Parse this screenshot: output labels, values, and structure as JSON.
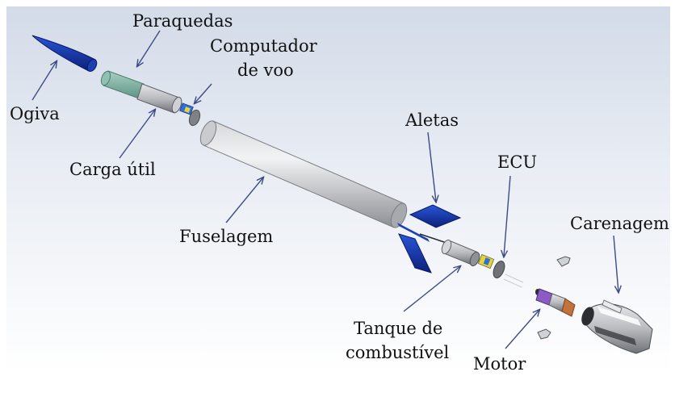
{
  "diagram": {
    "labels": {
      "paraquedas": "Paraquedas",
      "computador_line1": "Computador",
      "computador_line2": "de voo",
      "ogiva": "Ogiva",
      "carga_util": "Carga útil",
      "aletas": "Aletas",
      "ecu": "ECU",
      "fuselagem": "Fuselagem",
      "carenagem": "Carenagem",
      "tanque_line1": "Tanque de",
      "tanque_line2": "combustível",
      "motor": "Motor"
    },
    "colors": {
      "accent_blue": "#1238a8",
      "arrow": "#3e4a86",
      "parachute_green": "#7fb3a4",
      "metal_gray": "#b4b6ba",
      "motor_purple": "#8a5cc4",
      "nozzle_copper": "#c2723a"
    }
  }
}
